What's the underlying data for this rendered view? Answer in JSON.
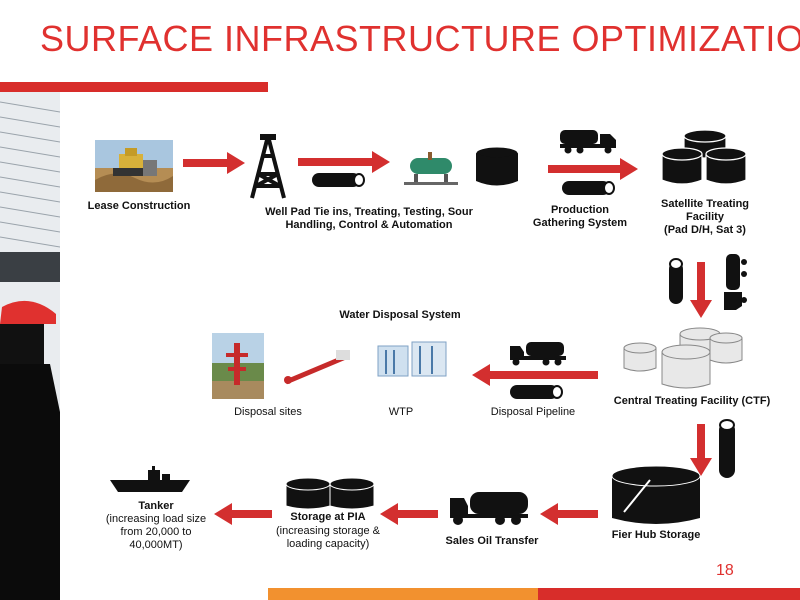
{
  "title": "SURFACE INFRASTRUCTURE OPTIMIZATION",
  "page_number": "18",
  "colors": {
    "accent": "#e0312f",
    "orange": "#f2912f",
    "arrow": "#d32f2f"
  },
  "nodes": {
    "lease": "Lease Construction",
    "wellpad_line1": "Well Pad Tie ins, Treating, Testing, Sour",
    "wellpad_line2": "Handling, Control & Automation",
    "prod_line1": "Production",
    "prod_line2": "Gathering System",
    "sat_line1": "Satellite Treating",
    "sat_line2": "Facility",
    "sat_line3": "(Pad D/H, Sat 3)",
    "water_title": "Water Disposal System",
    "disposal_sites": "Disposal sites",
    "wtp": "WTP",
    "disposal_pipeline": "Disposal Pipeline",
    "ctf": "Central Treating Facility (CTF)",
    "fier": "Fier Hub Storage",
    "sales": "Sales Oil Transfer",
    "pia_line1": "Storage at PIA",
    "pia_line2": "(increasing storage &",
    "pia_line3": "loading capacity)",
    "tanker_line1": "Tanker",
    "tanker_line2": "(increasing load size",
    "tanker_line3": "from 20,000 to",
    "tanker_line4": "40,000MT)"
  },
  "icons": [
    "bulldozer-photo",
    "derrick-icon",
    "separator-icon",
    "tank-icon",
    "truck-icon",
    "pipe-icon",
    "tanks-cluster-icon",
    "ctf-tanks-icon",
    "wellhead-photo",
    "wtp-icon",
    "storage-tank-icon",
    "ship-icon",
    "worker-silhouette"
  ]
}
